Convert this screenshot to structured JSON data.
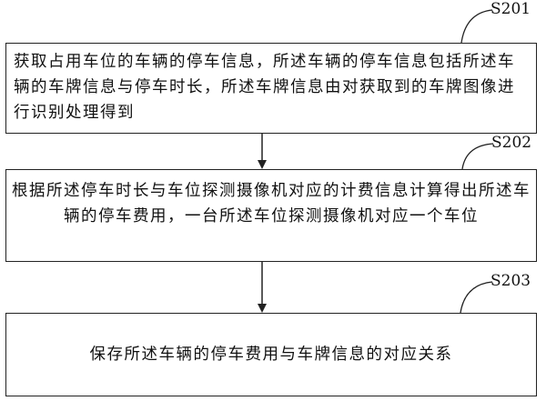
{
  "steps": [
    {
      "id": "S201",
      "text": "获取占用车位的车辆的停车信息，所述车辆的停车信息包括所述车辆的车牌信息与停车时长，所述车牌信息由对获取到的车牌图像进行识别处理得到"
    },
    {
      "id": "S202",
      "text": "根据所述停车时长与车位探测摄像机对应的计费信息计算得出所述车辆的停车费用，一台所述车位探测摄像机对应一个车位"
    },
    {
      "id": "S203",
      "text": "保存所述车辆的停车费用与车牌信息的对应关系"
    }
  ]
}
